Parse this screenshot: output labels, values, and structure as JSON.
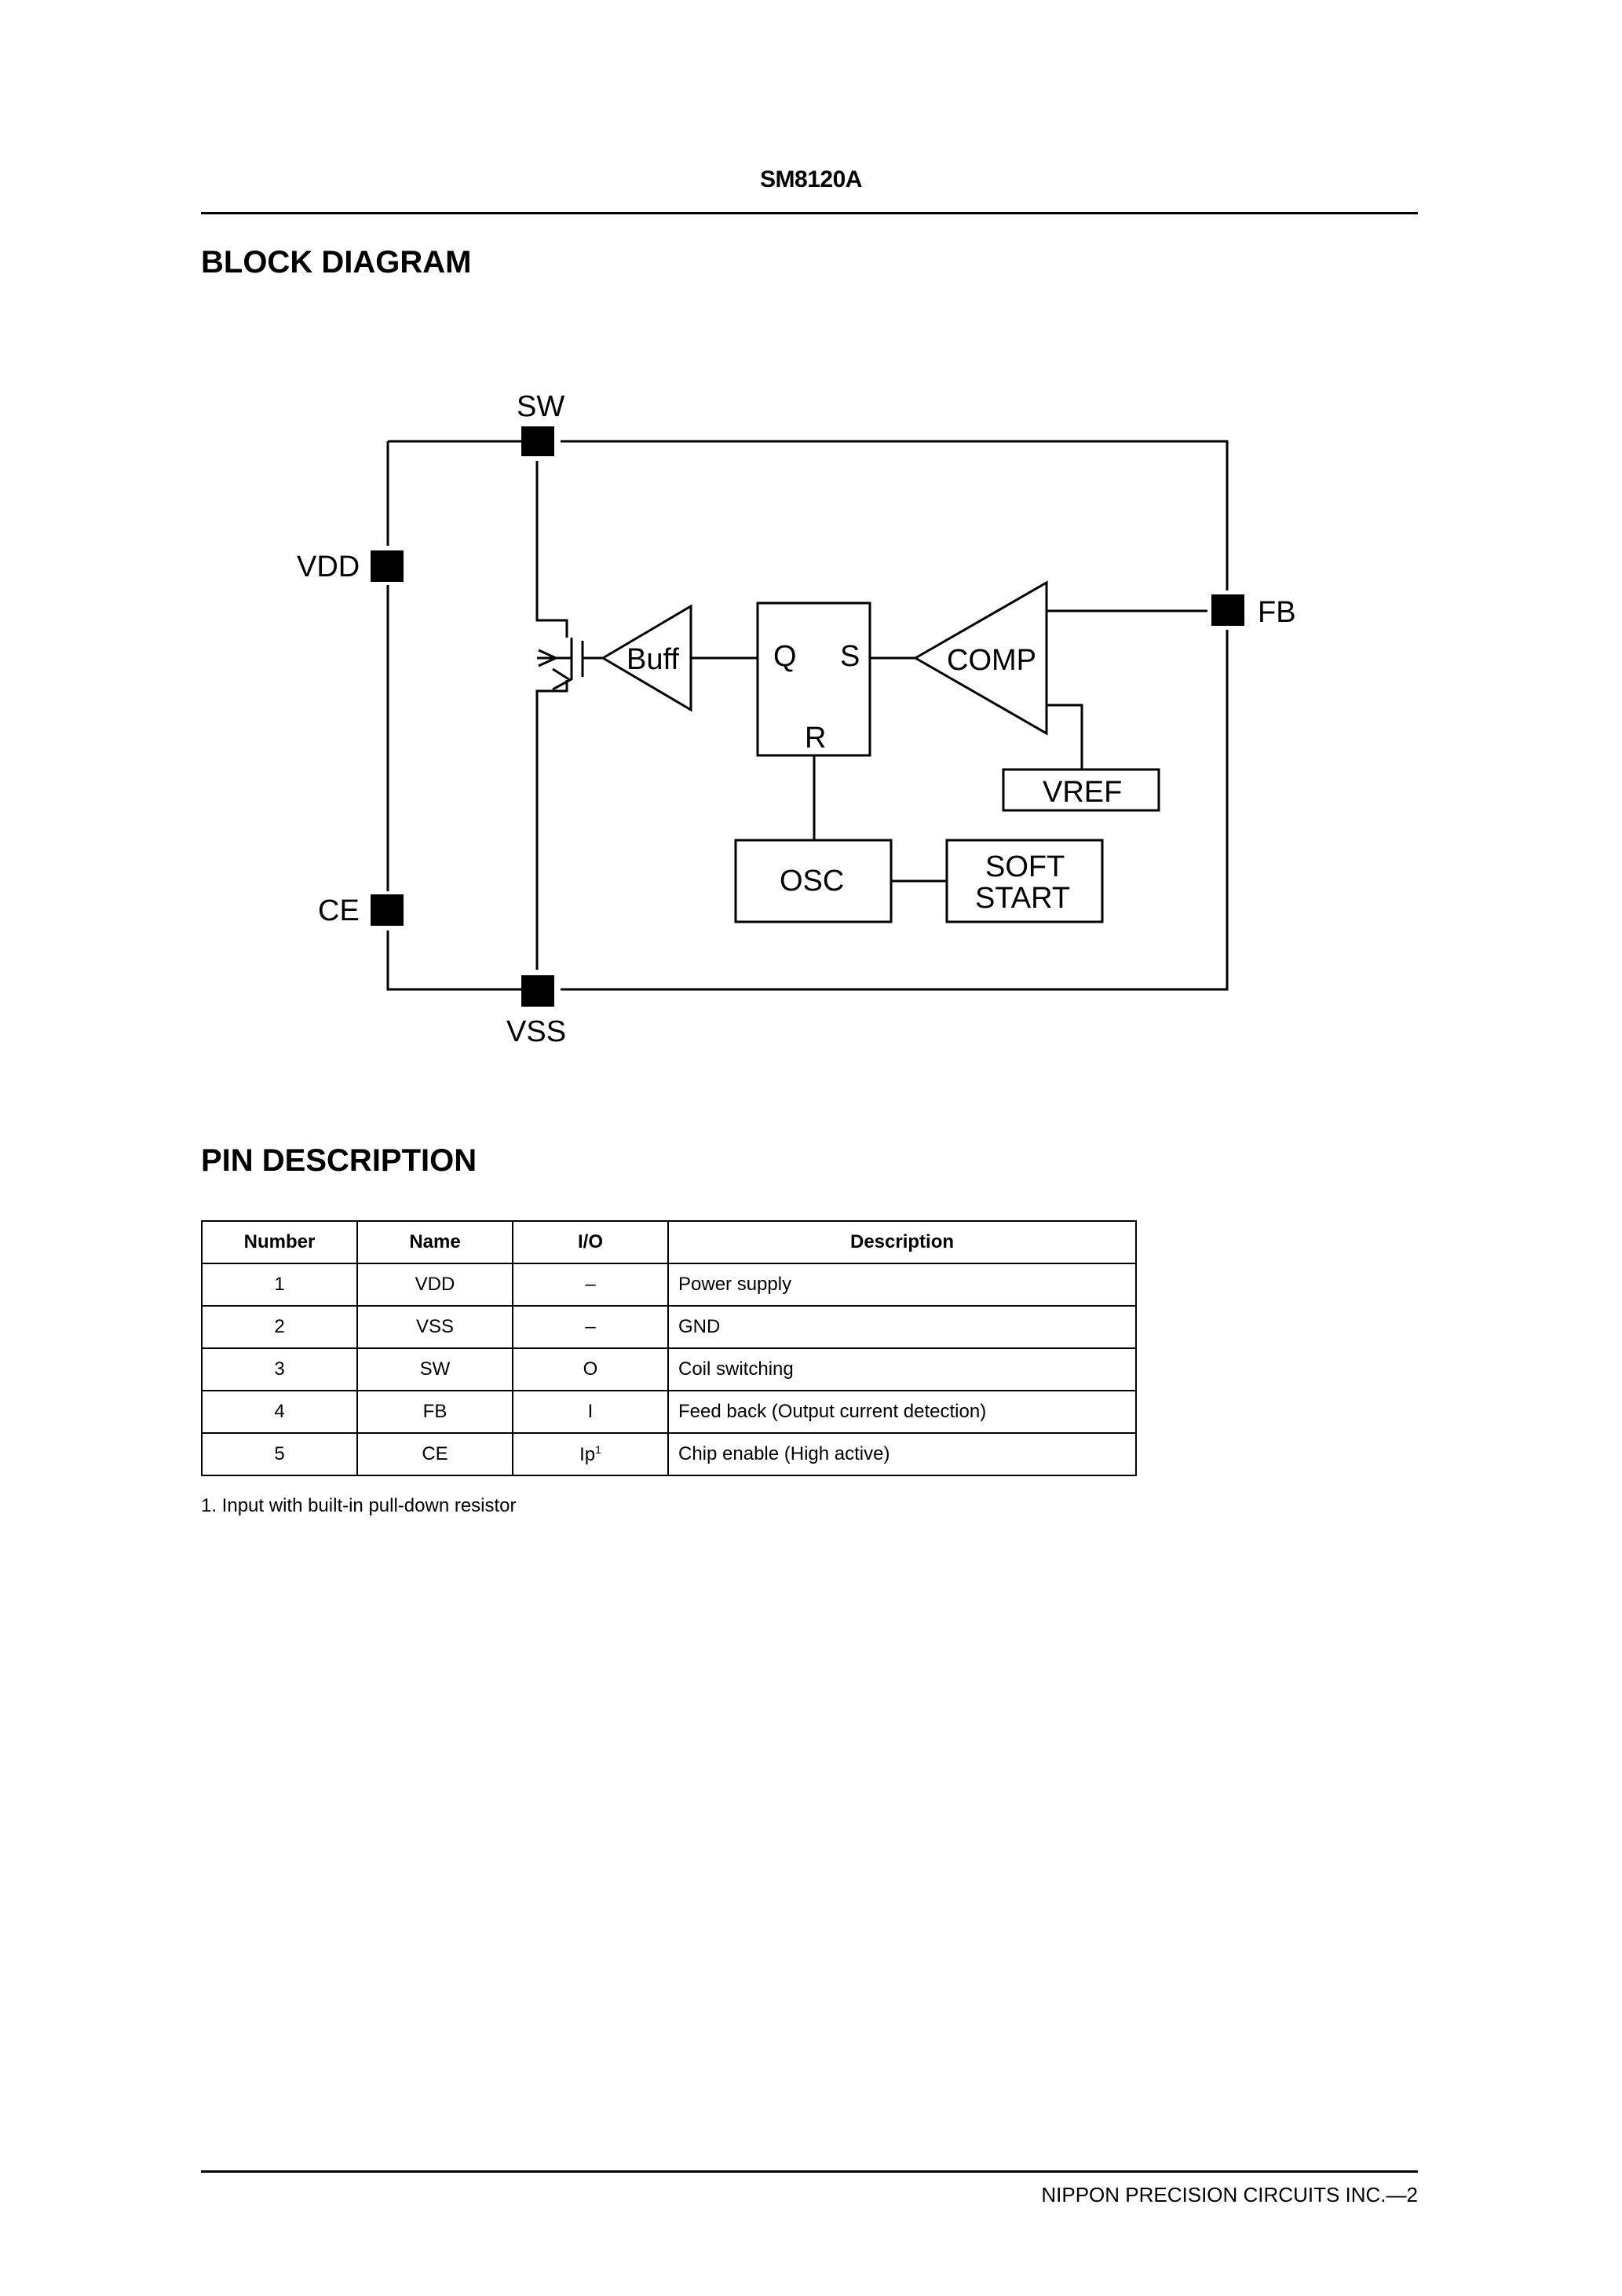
{
  "header": {
    "part_number": "SM8120A"
  },
  "sections": {
    "block_diagram": "BLOCK DIAGRAM",
    "pin_description": "PIN DESCRIPTION"
  },
  "diagram": {
    "pins": {
      "sw": "SW",
      "vdd": "VDD",
      "fb": "FB",
      "ce": "CE",
      "vss": "VSS"
    },
    "blocks": {
      "buff": "Buff",
      "q": "Q",
      "s": "S",
      "r": "R",
      "comp": "COMP",
      "vref": "VREF",
      "osc": "OSC",
      "soft_line1": "SOFT",
      "soft_line2": "START"
    }
  },
  "pin_table": {
    "headers": [
      "Number",
      "Name",
      "I/O",
      "Description"
    ],
    "rows": [
      [
        "1",
        "VDD",
        "–",
        "Power supply"
      ],
      [
        "2",
        "VSS",
        "–",
        "GND"
      ],
      [
        "3",
        "SW",
        "O",
        "Coil switching"
      ],
      [
        "4",
        "FB",
        "I",
        "Feed back (Output current detection)"
      ],
      [
        "5",
        "CE",
        "Ip",
        "Chip enable (High active)"
      ]
    ],
    "row5_io_footnote_mark": "1"
  },
  "footnote": "1.  Input with built-in pull-down resistor",
  "footer": "NIPPON PRECISION CIRCUITS INC.—2"
}
